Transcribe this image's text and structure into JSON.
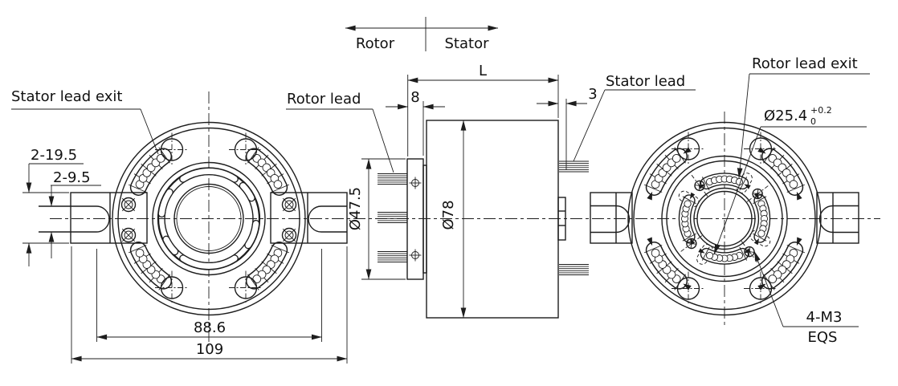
{
  "drawing_type": "slip-ring engineering drawing, three orthographic views",
  "colors": {
    "line": "#1d1d1d",
    "background": "#ffffff",
    "text": "#111111"
  },
  "header": {
    "rotor_label": "Rotor",
    "stator_label": "Stator"
  },
  "front_view": {
    "stator_lead_exit_label": "Stator lead exit",
    "dim_tab_height": "2-19.5",
    "dim_slot_width": "2-9.5",
    "dim_bolt_span": "88.6",
    "dim_overall_width": "109"
  },
  "side_view": {
    "rotor_lead_label": "Rotor lead",
    "stator_lead_label": "Stator lead",
    "dim_length": "L",
    "dim_flange_width": "8",
    "dim_stator_lead_offset": "3",
    "dim_flange_dia": "Ø47.5",
    "dim_body_dia": "Ø78"
  },
  "rear_view": {
    "rotor_lead_exit_label": "Rotor lead exit",
    "dim_bore_dia": "Ø25.4",
    "dim_bore_tol_upper": "+0.2",
    "dim_bore_tol_lower": "0",
    "thread_callout": "4-M3",
    "thread_note": "EQS"
  }
}
